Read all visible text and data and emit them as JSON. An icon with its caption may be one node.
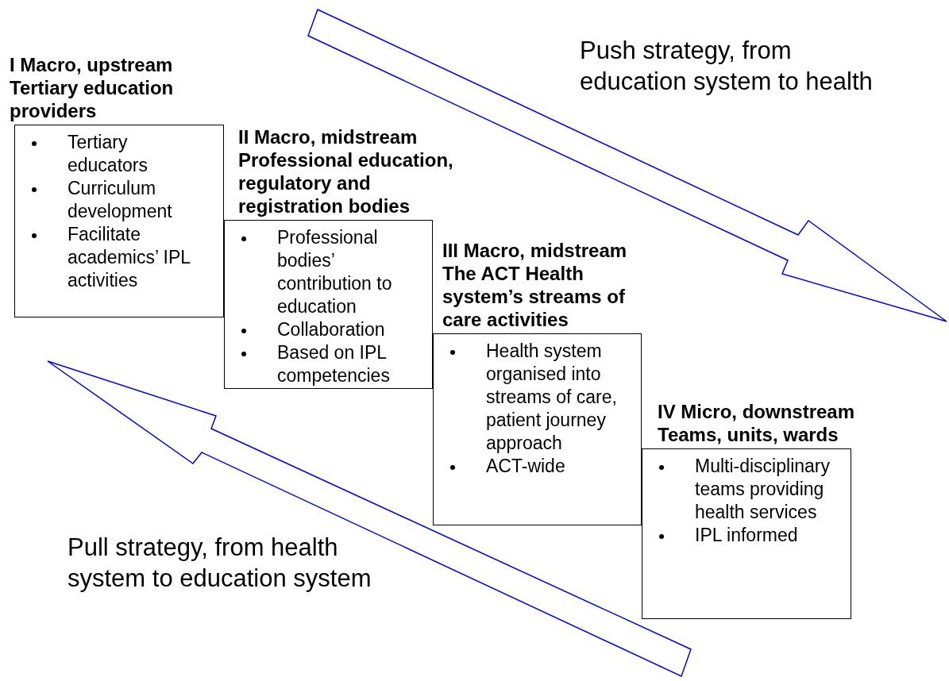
{
  "diagram": {
    "nodes": [
      {
        "text": [
          "I Macro, upstream Tertiary education providers",
          "Tertiary educators",
          "Curriculum development",
          "Facilitate academics’ IPL activities"
        ]
      },
      {
        "text": [
          "II Macro, midstream Professional education, regulatory and registration bodies",
          "Professional bodies’ contribution to education",
          "Collaboration",
          "Based on IPL competencies"
        ]
      },
      {
        "text": [
          "III Macro, midstream The ACT Health system’s streams of care activities",
          "Health system organised into streams of care, patient journey approach",
          "ACT-wide"
        ]
      },
      {
        "text": [
          "IV Micro, downstream Teams, units, wards",
          "Multi-disciplinary teams providing health services",
          "IPL informed"
        ]
      }
    ],
    "edges": [],
    "labels": [
      "Push strategy, from education system to health",
      "Pull strategy, from health system to education system"
    ]
  }
}
